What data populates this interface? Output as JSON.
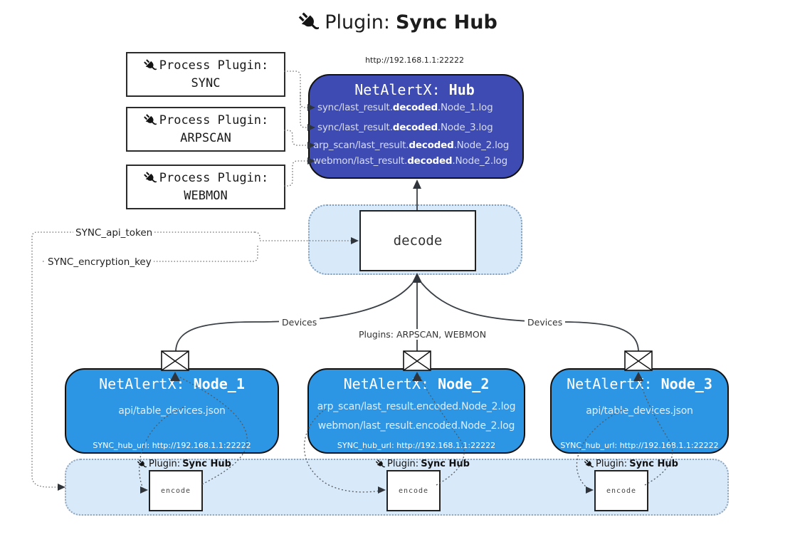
{
  "title": {
    "prefix": "Plugin:",
    "name": "Sync Hub"
  },
  "hub": {
    "url": "http://192.168.1.1:22222",
    "title_prefix": "NetAlertX:",
    "title_name": "Hub",
    "files": [
      {
        "pre": "sync/last_result.",
        "bold": "decoded",
        "post": ".Node_1.log"
      },
      {
        "pre": "sync/last_result.",
        "bold": "decoded",
        "post": ".Node_3.log"
      },
      {
        "pre": "arp_scan/last_result.",
        "bold": "decoded",
        "post": ".Node_2.log"
      },
      {
        "pre": "webmon/last_result.",
        "bold": "decoded",
        "post": ".Node_2.log"
      }
    ]
  },
  "process_plugins": [
    {
      "label": "Process Plugin:",
      "name": "SYNC"
    },
    {
      "label": "Process Plugin:",
      "name": "ARPSCAN"
    },
    {
      "label": "Process Plugin:",
      "name": "WEBMON"
    }
  ],
  "decode": {
    "label": "decode"
  },
  "keys": {
    "api_token": "SYNC_api_token",
    "encryption_key": "SYNC_encryption_key"
  },
  "edges": {
    "devices_left": "Devices",
    "devices_right": "Devices",
    "plugins_center": "Plugins: ARPSCAN, WEBMON"
  },
  "nodes": [
    {
      "title_prefix": "NetAlertX:",
      "title_name": "Node_1",
      "files": [
        "api/table_devices.json"
      ],
      "hub_url": "SYNC_hub_url: http://192.168.1.1:22222"
    },
    {
      "title_prefix": "NetAlertX:",
      "title_name": "Node_2",
      "files": [
        "arp_scan/last_result.encoded.Node_2.log",
        "webmon/last_result.encoded.Node_2.log"
      ],
      "hub_url": "SYNC_hub_url: http://192.168.1.1:22222"
    },
    {
      "title_prefix": "NetAlertX:",
      "title_name": "Node_3",
      "files": [
        "api/table_devices.json"
      ],
      "hub_url": "SYNC_hub_url: http://192.168.1.1:22222"
    }
  ],
  "band": {
    "plugin_label_prefix": "Plugin:",
    "plugin_label_name": "Sync Hub",
    "encode_label": "encode"
  },
  "icons": {
    "plug": "plug-icon",
    "envelope": "envelope-icon"
  },
  "colors": {
    "hub_fill": "#3d4bb2",
    "node_fill": "#2d96e4",
    "panel_fill": "#d8e9f9",
    "panel_border": "#7e9fbe",
    "line": "#3a4046"
  }
}
